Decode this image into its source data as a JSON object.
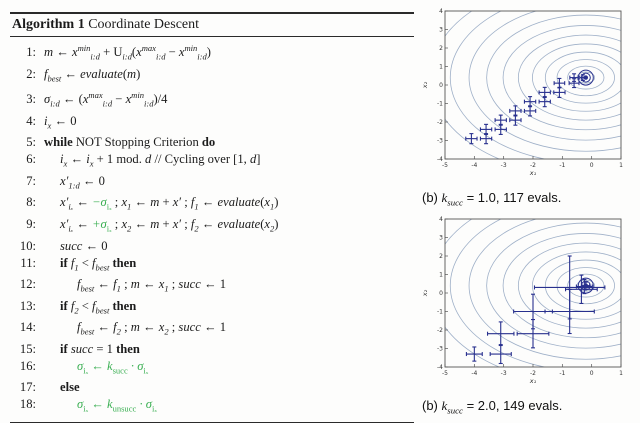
{
  "colors": {
    "text": "#1b1b1b",
    "green": "#3aaf52",
    "contour": "#9fb0c8",
    "path": "#28308e",
    "axis": "#555555"
  },
  "algorithm": {
    "title_label": "Algorithm 1",
    "title_name": " Coordinate Descent",
    "lines": [
      {
        "num": "1:",
        "ind": 0,
        "tok": [
          [
            "v",
            "m"
          ],
          [
            "n",
            " ← "
          ],
          [
            "v",
            "x"
          ],
          [
            "sup",
            "min"
          ],
          [
            "sub",
            "i:d"
          ],
          [
            "n",
            " + U"
          ],
          [
            "sub",
            "i:d"
          ],
          [
            "n",
            "("
          ],
          [
            "v",
            "x"
          ],
          [
            "sup",
            "max"
          ],
          [
            "sub",
            "i:d"
          ],
          [
            "n",
            " − "
          ],
          [
            "v",
            "x"
          ],
          [
            "sup",
            "min"
          ],
          [
            "sub",
            "i:d"
          ],
          [
            "n",
            ")"
          ]
        ]
      },
      {
        "num": "2:",
        "ind": 0,
        "tok": [
          [
            "v",
            "f"
          ],
          [
            "sub",
            "best"
          ],
          [
            "n",
            " ← "
          ],
          [
            "v",
            "evaluate"
          ],
          [
            "n",
            "("
          ],
          [
            "v",
            "m"
          ],
          [
            "n",
            ")"
          ]
        ]
      },
      {
        "num": "3:",
        "ind": 0,
        "tok": [
          [
            "v",
            "σ"
          ],
          [
            "sub",
            "i:d"
          ],
          [
            "n",
            " ← ("
          ],
          [
            "v",
            "x"
          ],
          [
            "sup",
            "max"
          ],
          [
            "sub",
            "i:d"
          ],
          [
            "n",
            " − "
          ],
          [
            "v",
            "x"
          ],
          [
            "sup",
            "min"
          ],
          [
            "sub",
            "i:d"
          ],
          [
            "n",
            ")/4"
          ]
        ]
      },
      {
        "num": "4:",
        "ind": 0,
        "tok": [
          [
            "v",
            "i"
          ],
          [
            "sub",
            "x"
          ],
          [
            "n",
            " ← 0"
          ]
        ]
      },
      {
        "num": "5:",
        "ind": 0,
        "tok": [
          [
            "b",
            "while"
          ],
          [
            "n",
            " NOT Stopping Criterion "
          ],
          [
            "b",
            "do"
          ]
        ]
      },
      {
        "num": "6:",
        "ind": 1,
        "tok": [
          [
            "v",
            "i"
          ],
          [
            "sub",
            "x"
          ],
          [
            "n",
            " ← "
          ],
          [
            "v",
            "i"
          ],
          [
            "sub",
            "x"
          ],
          [
            "n",
            " + 1 mod. "
          ],
          [
            "v",
            "d"
          ],
          [
            "n",
            "  // Cycling over [1, "
          ],
          [
            "v",
            "d"
          ],
          [
            "n",
            "]"
          ]
        ]
      },
      {
        "num": "7:",
        "ind": 1,
        "tok": [
          [
            "v",
            "x′"
          ],
          [
            "sub",
            "1:d"
          ],
          [
            "n",
            " ← 0"
          ]
        ]
      },
      {
        "num": "8:",
        "ind": 1,
        "tok": [
          [
            "v",
            "x′"
          ],
          [
            "sub",
            "iₓ"
          ],
          [
            "n",
            " ← "
          ],
          [
            "g",
            "−σ"
          ],
          [
            "gsub",
            "iₓ"
          ],
          [
            "n",
            " ; "
          ],
          [
            "v",
            "x"
          ],
          [
            "sub",
            "1"
          ],
          [
            "n",
            " ← "
          ],
          [
            "v",
            "m"
          ],
          [
            "n",
            " + "
          ],
          [
            "v",
            "x′"
          ],
          [
            "n",
            " ; "
          ],
          [
            "v",
            "f"
          ],
          [
            "sub",
            "1"
          ],
          [
            "n",
            " ← "
          ],
          [
            "v",
            "evaluate"
          ],
          [
            "n",
            "("
          ],
          [
            "v",
            "x"
          ],
          [
            "sub",
            "1"
          ],
          [
            "n",
            ")"
          ]
        ]
      },
      {
        "num": "9:",
        "ind": 1,
        "tok": [
          [
            "v",
            "x′"
          ],
          [
            "sub",
            "iₓ"
          ],
          [
            "n",
            " ← "
          ],
          [
            "g",
            "+σ"
          ],
          [
            "gsub",
            "iₓ"
          ],
          [
            "n",
            " ; "
          ],
          [
            "v",
            "x"
          ],
          [
            "sub",
            "2"
          ],
          [
            "n",
            " ← "
          ],
          [
            "v",
            "m"
          ],
          [
            "n",
            " + "
          ],
          [
            "v",
            "x′"
          ],
          [
            "n",
            " ; "
          ],
          [
            "v",
            "f"
          ],
          [
            "sub",
            "2"
          ],
          [
            "n",
            " ← "
          ],
          [
            "v",
            "evaluate"
          ],
          [
            "n",
            "("
          ],
          [
            "v",
            "x"
          ],
          [
            "sub",
            "2"
          ],
          [
            "n",
            ")"
          ]
        ]
      },
      {
        "num": "10:",
        "ind": 1,
        "tok": [
          [
            "v",
            "succ"
          ],
          [
            "n",
            " ← 0"
          ]
        ]
      },
      {
        "num": "11:",
        "ind": 1,
        "tok": [
          [
            "b",
            "if"
          ],
          [
            "n",
            " "
          ],
          [
            "v",
            "f"
          ],
          [
            "sub",
            "1"
          ],
          [
            "n",
            " < "
          ],
          [
            "v",
            "f"
          ],
          [
            "sub",
            "best"
          ],
          [
            "n",
            " "
          ],
          [
            "b",
            "then"
          ]
        ]
      },
      {
        "num": "12:",
        "ind": 2,
        "tok": [
          [
            "v",
            "f"
          ],
          [
            "sub",
            "best"
          ],
          [
            "n",
            " ← "
          ],
          [
            "v",
            "f"
          ],
          [
            "sub",
            "1"
          ],
          [
            "n",
            " ; "
          ],
          [
            "v",
            "m"
          ],
          [
            "n",
            " ← "
          ],
          [
            "v",
            "x"
          ],
          [
            "sub",
            "1"
          ],
          [
            "n",
            " ; "
          ],
          [
            "v",
            "succ"
          ],
          [
            "n",
            " ← 1"
          ]
        ]
      },
      {
        "num": "13:",
        "ind": 1,
        "tok": [
          [
            "b",
            "if"
          ],
          [
            "n",
            " "
          ],
          [
            "v",
            "f"
          ],
          [
            "sub",
            "2"
          ],
          [
            "n",
            " < "
          ],
          [
            "v",
            "f"
          ],
          [
            "sub",
            "best"
          ],
          [
            "n",
            " "
          ],
          [
            "b",
            "then"
          ]
        ]
      },
      {
        "num": "14:",
        "ind": 2,
        "tok": [
          [
            "v",
            "f"
          ],
          [
            "sub",
            "best"
          ],
          [
            "n",
            " ← "
          ],
          [
            "v",
            "f"
          ],
          [
            "sub",
            "2"
          ],
          [
            "n",
            " ; "
          ],
          [
            "v",
            "m"
          ],
          [
            "n",
            " ← "
          ],
          [
            "v",
            "x"
          ],
          [
            "sub",
            "2"
          ],
          [
            "n",
            " ; "
          ],
          [
            "v",
            "succ"
          ],
          [
            "n",
            " ← 1"
          ]
        ]
      },
      {
        "num": "15:",
        "ind": 1,
        "tok": [
          [
            "b",
            "if"
          ],
          [
            "n",
            " "
          ],
          [
            "v",
            "succ"
          ],
          [
            "n",
            " = 1 "
          ],
          [
            "b",
            "then"
          ]
        ]
      },
      {
        "num": "16:",
        "ind": 2,
        "tok": [
          [
            "g",
            "σ"
          ],
          [
            "gsub",
            "iₓ"
          ],
          [
            "g",
            " ← "
          ],
          [
            "g",
            "k"
          ],
          [
            "gsub",
            "succ"
          ],
          [
            "g",
            " · σ"
          ],
          [
            "gsub",
            "iₓ"
          ]
        ]
      },
      {
        "num": "17:",
        "ind": 1,
        "tok": [
          [
            "b",
            "else"
          ]
        ]
      },
      {
        "num": "18:",
        "ind": 2,
        "tok": [
          [
            "g",
            "σ"
          ],
          [
            "gsub",
            "iₓ"
          ],
          [
            "g",
            " ← "
          ],
          [
            "g",
            "k"
          ],
          [
            "gsub",
            "unsucc"
          ],
          [
            "g",
            " · σ"
          ],
          [
            "gsub",
            "iₓ"
          ]
        ]
      }
    ]
  },
  "figures": [
    {
      "caption": [
        [
          "n",
          "(b) "
        ],
        [
          "v",
          "k"
        ],
        [
          "sub",
          "succ"
        ],
        [
          "n",
          " = 1.0, 117 evals."
        ]
      ]
    },
    {
      "caption": [
        [
          "n",
          "(b) "
        ],
        [
          "v",
          "k"
        ],
        [
          "sub",
          "succ"
        ],
        [
          "n",
          " = 2.0, 149 evals."
        ]
      ]
    }
  ],
  "chart_data": [
    {
      "type": "contour",
      "caption": "(b) k_succ = 1.0, 117 evals.",
      "xlabel": "x₁",
      "ylabel": "x₂",
      "xlim": [
        -5,
        1
      ],
      "ylim": [
        -4,
        4
      ],
      "xticks": [
        -5,
        -4,
        -3,
        -2,
        -1,
        0,
        1
      ],
      "yticks": [
        -4,
        -3,
        -2,
        -1,
        0,
        1,
        2,
        3,
        4
      ],
      "center": [
        -0.2,
        0.4
      ],
      "levels": [
        0.3,
        0.62,
        0.98,
        1.38,
        1.82,
        2.3,
        2.82,
        3.38,
        3.98,
        4.62,
        5.3
      ],
      "path": [
        [
          -4.1,
          -2.9,
          0.32
        ],
        [
          -3.6,
          -2.9,
          0.32
        ],
        [
          -3.6,
          -2.4,
          0.32
        ],
        [
          -3.1,
          -2.4,
          0.32
        ],
        [
          -3.1,
          -1.9,
          0.32
        ],
        [
          -2.6,
          -1.9,
          0.32
        ],
        [
          -2.6,
          -1.4,
          0.32
        ],
        [
          -2.1,
          -1.4,
          0.32
        ],
        [
          -2.1,
          -0.9,
          0.32
        ],
        [
          -1.6,
          -0.9,
          0.32
        ],
        [
          -1.6,
          -0.4,
          0.32
        ],
        [
          -1.1,
          -0.4,
          0.32
        ],
        [
          -1.1,
          0.1,
          0.3
        ],
        [
          -0.6,
          0.1,
          0.28
        ],
        [
          -0.6,
          0.4,
          0.24
        ],
        [
          -0.3,
          0.4,
          0.18
        ]
      ]
    },
    {
      "type": "contour",
      "caption": "(b) k_succ = 2.0, 149 evals.",
      "xlabel": "x₁",
      "ylabel": "x₂",
      "xlim": [
        -5,
        1
      ],
      "ylim": [
        -4,
        4
      ],
      "xticks": [
        -5,
        -4,
        -3,
        -2,
        -1,
        0,
        1
      ],
      "yticks": [
        -4,
        -3,
        -2,
        -1,
        0,
        1,
        2,
        3,
        4
      ],
      "center": [
        -0.2,
        0.4
      ],
      "levels": [
        0.3,
        0.62,
        0.98,
        1.38,
        1.82,
        2.3,
        2.82,
        3.38,
        3.98,
        4.62,
        5.3
      ],
      "path": [
        [
          -4.0,
          -3.3,
          0.45
        ],
        [
          -3.1,
          -3.3,
          0.6
        ],
        [
          -3.1,
          -2.2,
          0.75
        ],
        [
          -2.0,
          -2.2,
          0.9
        ],
        [
          -2.0,
          -1.0,
          1.1
        ],
        [
          -0.75,
          -1.0,
          1.4
        ],
        [
          -0.75,
          0.3,
          2.0
        ],
        [
          -0.35,
          0.2,
          0.9
        ],
        [
          -0.25,
          0.35,
          0.45
        ],
        [
          -0.2,
          0.4,
          0.22
        ]
      ]
    }
  ]
}
